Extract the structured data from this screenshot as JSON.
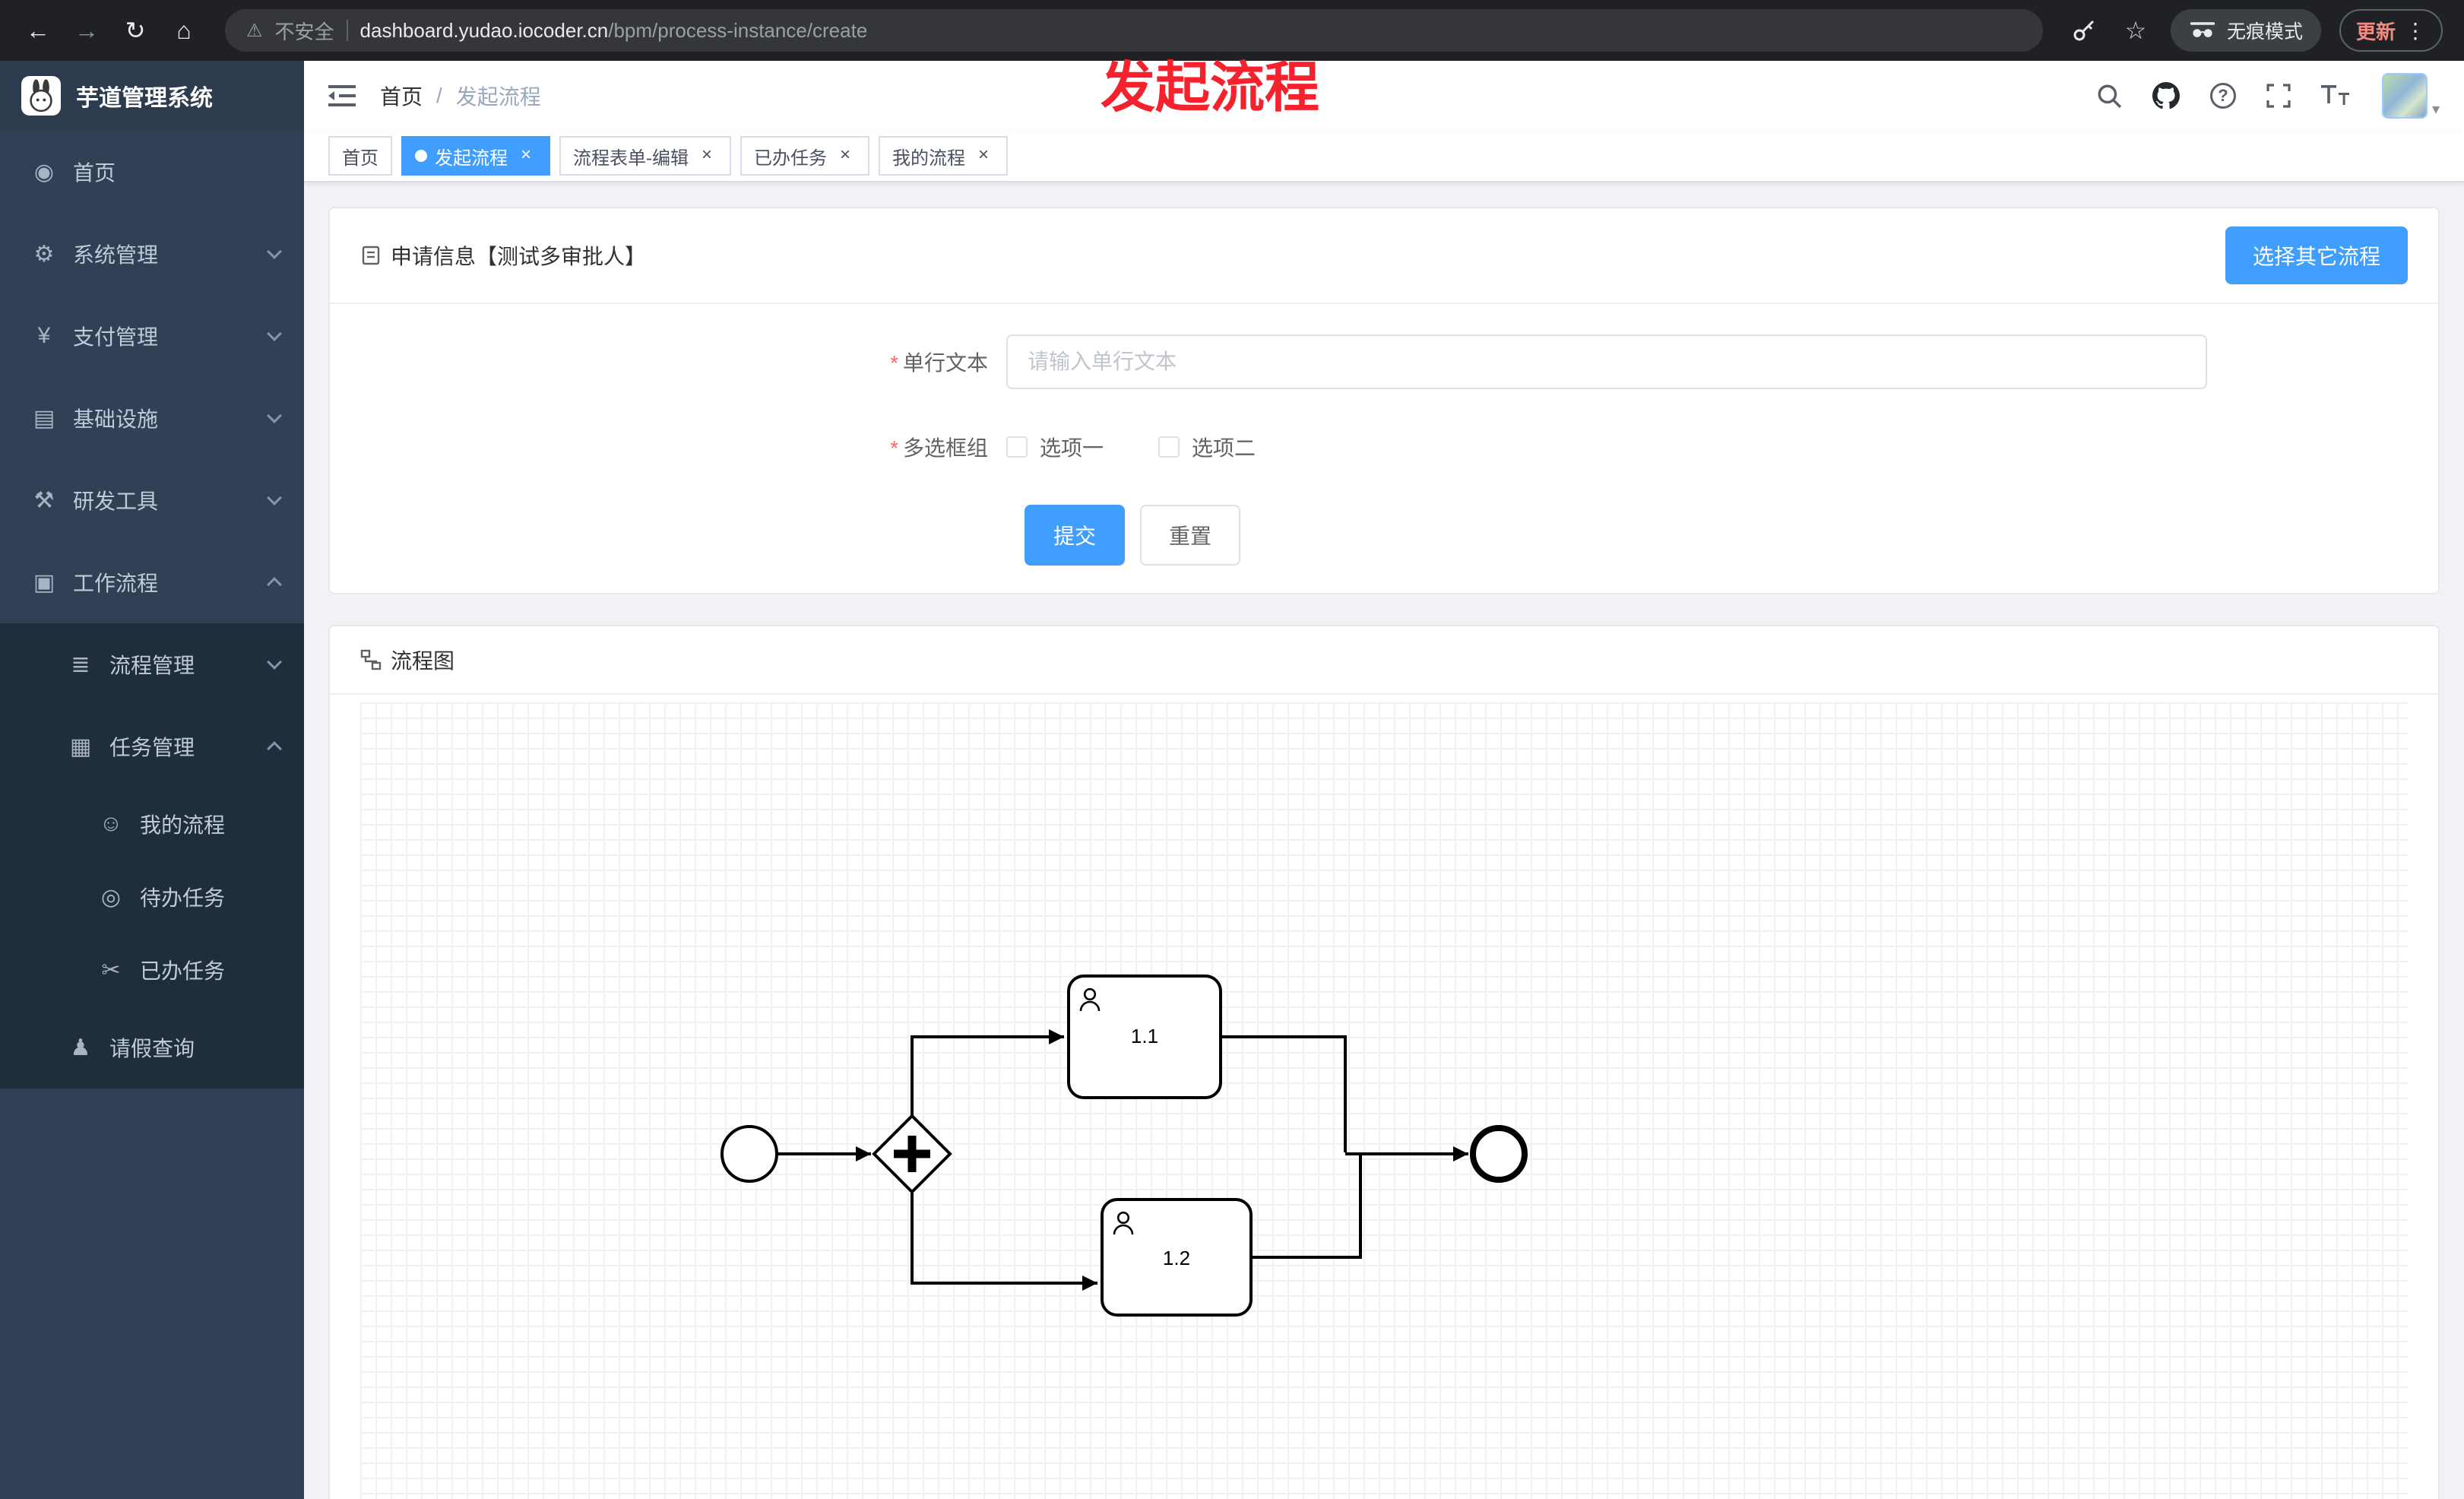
{
  "browser": {
    "back_glyph": "←",
    "forward_glyph": "→",
    "reload_glyph": "↻",
    "home_glyph": "⌂",
    "warning_glyph": "⚠",
    "security_label": "不安全",
    "url_host": "dashboard.yudao.iocoder.cn",
    "url_path": "/bpm/process-instance/create",
    "star_glyph": "☆",
    "incognito_label": "无痕模式",
    "update_label": "更新",
    "kebab_glyph": "⋮"
  },
  "annotation": {
    "text": "发起流程"
  },
  "sidebar": {
    "logo_title": "芋道管理系统",
    "menu": [
      {
        "label": "首页",
        "glyph": "◉",
        "level": 1,
        "chevron": ""
      },
      {
        "label": "系统管理",
        "glyph": "⚙",
        "level": 1,
        "chevron": "down"
      },
      {
        "label": "支付管理",
        "glyph": "¥",
        "level": 1,
        "chevron": "down"
      },
      {
        "label": "基础设施",
        "glyph": "▤",
        "level": 1,
        "chevron": "down"
      },
      {
        "label": "研发工具",
        "glyph": "⚒",
        "level": 1,
        "chevron": "down"
      },
      {
        "label": "工作流程",
        "glyph": "▣",
        "level": 1,
        "chevron": "up"
      },
      {
        "label": "流程管理",
        "glyph": "≣",
        "level": 2,
        "chevron": "down"
      },
      {
        "label": "任务管理",
        "glyph": "▦",
        "level": 2,
        "chevron": "up"
      },
      {
        "label": "我的流程",
        "glyph": "☺",
        "level": 3,
        "chevron": ""
      },
      {
        "label": "待办任务",
        "glyph": "◎",
        "level": 3,
        "chevron": ""
      },
      {
        "label": "已办任务",
        "glyph": "✂",
        "level": 3,
        "chevron": ""
      },
      {
        "label": "请假查询",
        "glyph": "♟",
        "level": 2,
        "chevron": ""
      }
    ]
  },
  "header": {
    "breadcrumb_home": "首页",
    "breadcrumb_separator": "/",
    "breadcrumb_current": "发起流程",
    "help_glyph": "?",
    "caret_glyph": "▾"
  },
  "tabs": {
    "close_glyph": "×",
    "items": [
      {
        "label": "首页",
        "active": false
      },
      {
        "label": "发起流程",
        "active": true
      },
      {
        "label": "流程表单-编辑",
        "active": false
      },
      {
        "label": "已办任务",
        "active": false
      },
      {
        "label": "我的流程",
        "active": false
      }
    ]
  },
  "form_card": {
    "title": "申请信息【测试多审批人】",
    "choose_other_button": "选择其它流程",
    "required_mark": "*",
    "text_field": {
      "label": "单行文本",
      "placeholder": "请输入单行文本",
      "value": ""
    },
    "checkbox_field": {
      "label": "多选框组",
      "options": [
        {
          "label": "选项一",
          "checked": false
        },
        {
          "label": "选项二",
          "checked": false
        }
      ]
    },
    "submit_button": "提交",
    "reset_button": "重置"
  },
  "diagram_card": {
    "title": "流程图",
    "tasks": [
      {
        "label": "1.1"
      },
      {
        "label": "1.2"
      }
    ]
  },
  "colors": {
    "primary": "#409eff",
    "annotation_red": "#f5222d",
    "sidebar_bg": "#304156",
    "submenu_bg": "#1f2d3d",
    "chrome_bg": "#202124",
    "content_bg": "#f0f2f5"
  }
}
